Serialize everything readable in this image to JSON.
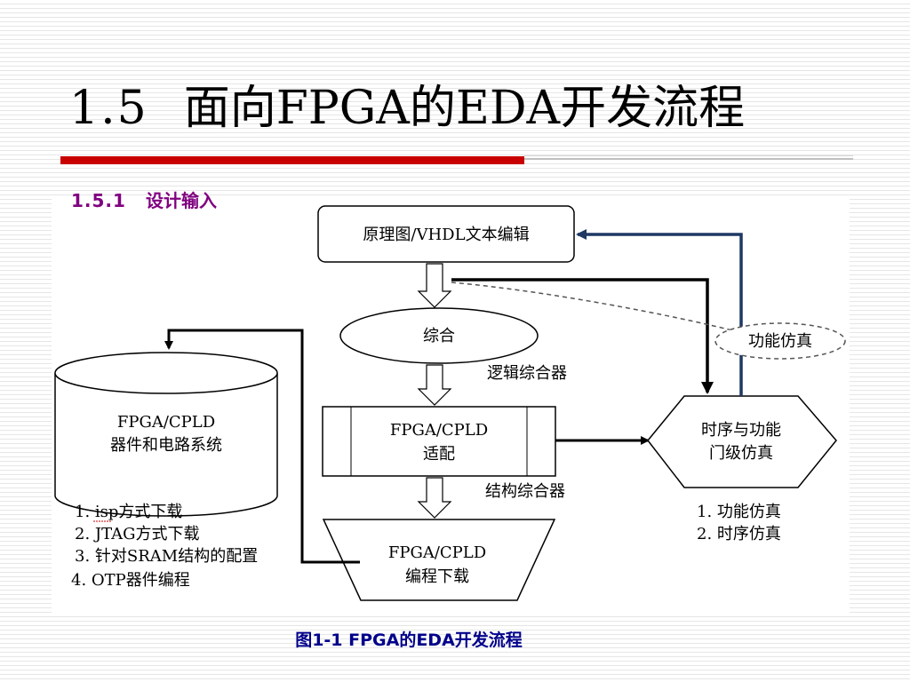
{
  "title": {
    "number": "1.5",
    "text": "面向FPGA的EDA开发流程"
  },
  "subtitle": {
    "number": "1.5.1",
    "text": "设计输入"
  },
  "diagram": {
    "editor_box": "原理图/VHDL文本编辑",
    "synthesis": "综合",
    "logic_synth_label": "逻辑综合器",
    "fpga_fit_line1": "FPGA/CPLD",
    "fpga_fit_line2": "适配",
    "struct_synth_label": "结构综合器",
    "download_line1": "FPGA/CPLD",
    "download_line2": "编程下载",
    "device_line1": "FPGA/CPLD",
    "device_line2": "器件和电路系统",
    "download_methods": [
      "1. isp方式下载",
      "2. JTAG方式下载",
      "3. 针对SRAM结构的配置",
      "4. OTP器件编程"
    ],
    "sim_hex_line1": "时序与功能",
    "sim_hex_line2": "门级仿真",
    "func_sim_ellipse": "功能仿真",
    "sim_list": [
      "1. 功能仿真",
      "2. 时序仿真"
    ]
  },
  "caption": "图1-1 FPGA的EDA开发流程",
  "colors": {
    "accent_red": "#c80000",
    "subtitle_purple": "#800080",
    "caption_navy": "#00008b",
    "feedback_arrow": "#1f3864"
  }
}
